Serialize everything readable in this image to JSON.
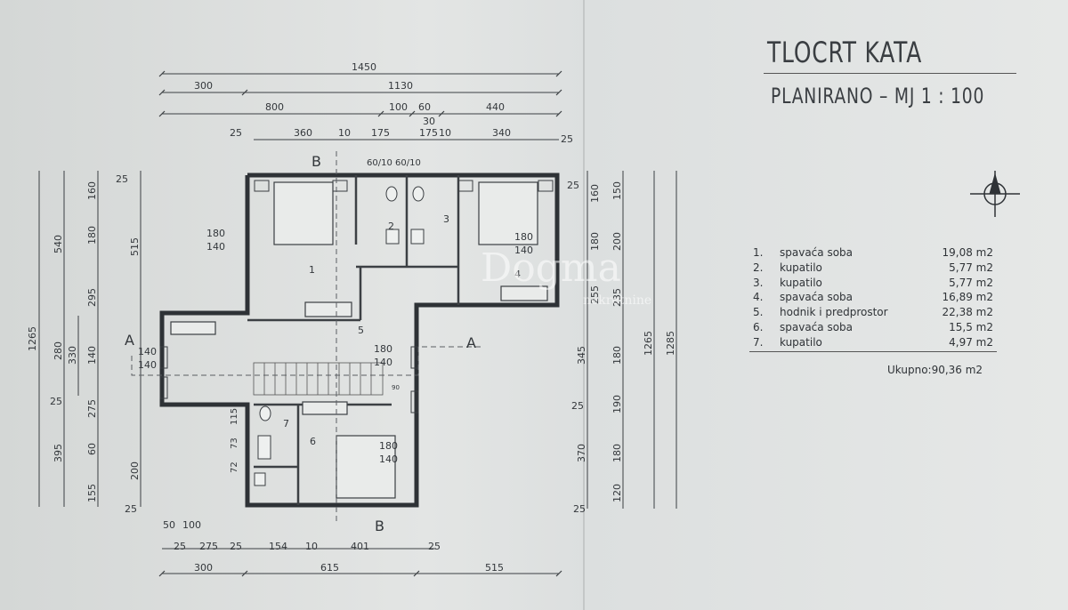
{
  "title": "TLOCRT KATA",
  "subtitle": "PLANIRANO – MJ 1 : 100",
  "rooms": [
    {
      "num": "1.",
      "name": "spavaća soba",
      "area": "19,08 m2"
    },
    {
      "num": "2.",
      "name": "kupatilo",
      "area": "5,77  m2"
    },
    {
      "num": "3.",
      "name": "kupatilo",
      "area": "5,77  m2"
    },
    {
      "num": "4.",
      "name": "spavaća soba",
      "area": "16,89 m2"
    },
    {
      "num": "5.",
      "name": "hodnik i predprostor",
      "area": "22,38 m2"
    },
    {
      "num": "6.",
      "name": "spavaća soba",
      "area": "15,5  m2"
    },
    {
      "num": "7.",
      "name": "kupatilo",
      "area": "4,97 m2"
    }
  ],
  "total": "Ukupno:90,36 m2",
  "watermark": {
    "brand": "Dogma",
    "sub": "nekretnine"
  },
  "section_marks": {
    "a": "A",
    "b": "B"
  },
  "room_numbers": [
    "1",
    "2",
    "3",
    "4",
    "5",
    "6",
    "7"
  ],
  "dims_top": {
    "row1": [
      "1450"
    ],
    "row2": [
      "300",
      "1130"
    ],
    "row3": [
      "800",
      "100",
      "60",
      "30",
      "440"
    ],
    "row4": [
      "25",
      "360",
      "10",
      "175",
      "175",
      "10",
      "340",
      "25"
    ]
  },
  "dims_bottom": {
    "row1": [
      "50",
      "100"
    ],
    "row2": [
      "25",
      "275",
      "25",
      "154",
      "10",
      "401",
      "25"
    ],
    "row3": [
      "300",
      "615",
      "515"
    ]
  },
  "dims_left": {
    "col1": [
      "1265"
    ],
    "col2": [
      "540",
      "280",
      "395"
    ],
    "col3": [
      "160",
      "180",
      "295",
      "140",
      "275",
      "60",
      "155"
    ],
    "col4": [
      "330"
    ],
    "col5": [
      "25",
      "515",
      "25",
      "200",
      "25"
    ]
  },
  "dims_right": {
    "col1": [
      "25",
      "160",
      "180",
      "255",
      "345",
      "25",
      "370",
      "25"
    ],
    "col2": [
      "150",
      "200",
      "235",
      "180",
      "190",
      "180",
      "120"
    ],
    "col3": [
      "1265"
    ],
    "col4": [
      "1285"
    ]
  },
  "openings": [
    {
      "w": "180",
      "h": "140"
    },
    {
      "w": "180",
      "h": "140"
    },
    {
      "w": "140",
      "h": "140"
    },
    {
      "w": "180",
      "h": "140"
    },
    {
      "w": "180",
      "h": "140"
    }
  ],
  "small_labels": {
    "stair": "90",
    "bath_dims": [
      "115",
      "73",
      "72"
    ],
    "handwritten": "60/10  60/10"
  }
}
